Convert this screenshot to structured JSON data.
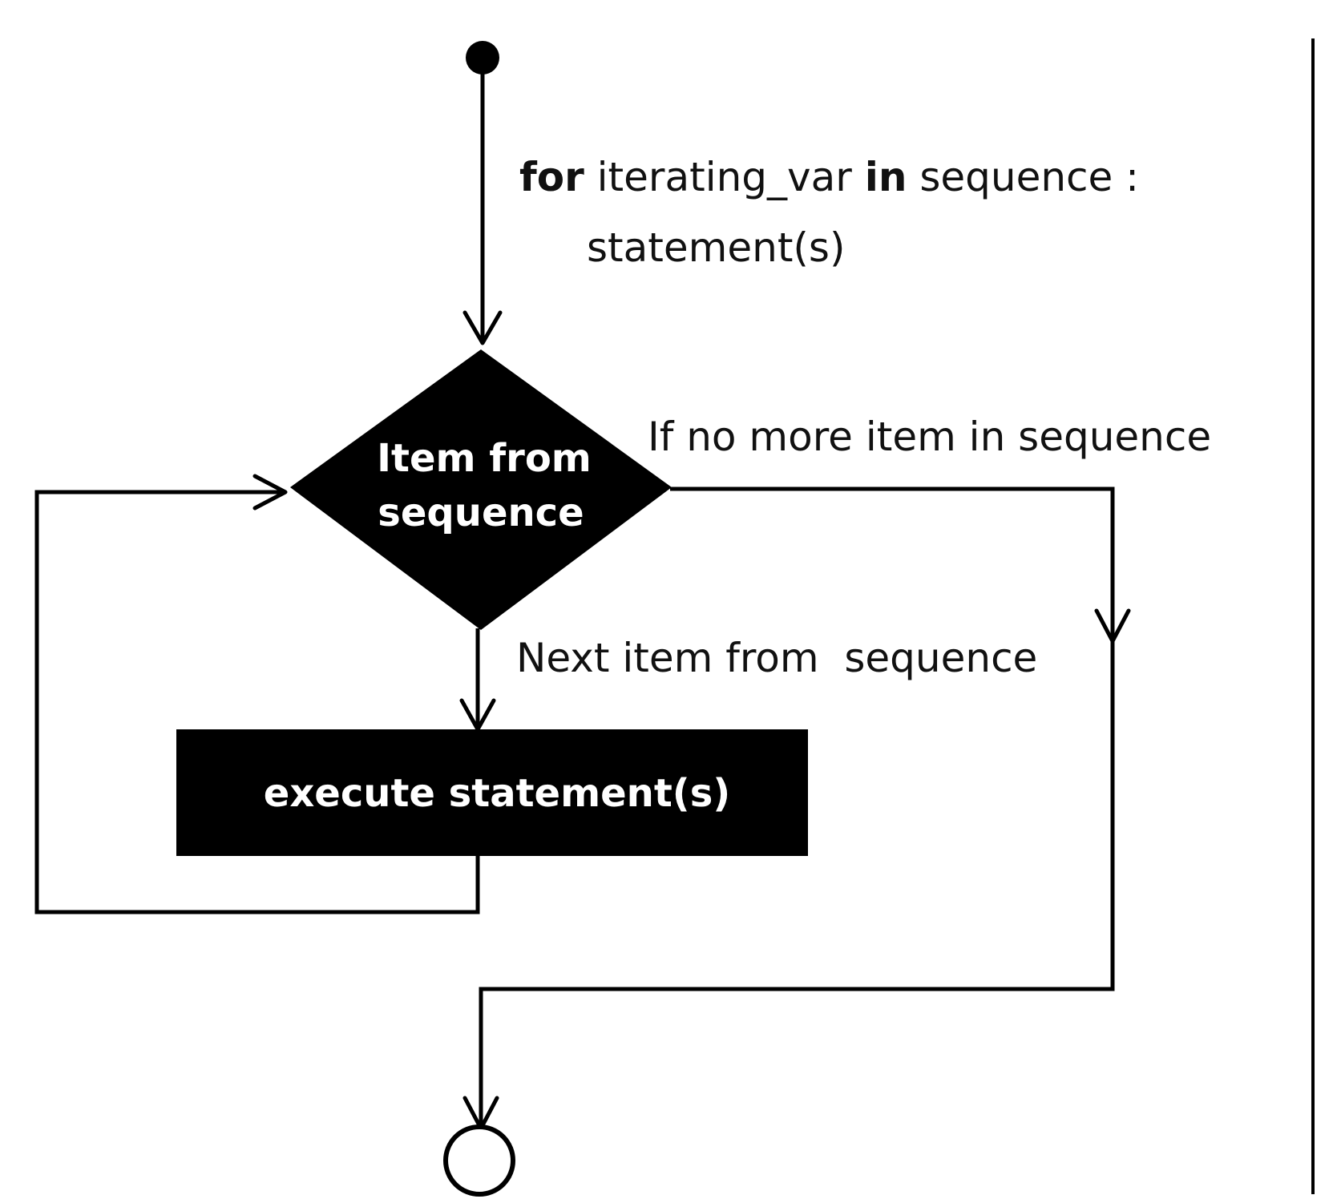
{
  "code": {
    "keyword_for": "for",
    "iter_var": " iterating_var ",
    "keyword_in": "in",
    "sequence_colon": " sequence :",
    "body": "statement(s)"
  },
  "nodes": {
    "decision": {
      "line1": "Item from",
      "line2": "sequence"
    },
    "process": {
      "label": "execute statement(s)"
    }
  },
  "edge_labels": {
    "exit": "If no more item in sequence",
    "next": "Next item from  sequence"
  },
  "colors": {
    "ink": "#000000",
    "background": "#ffffff",
    "node_text": "#ffffff"
  }
}
